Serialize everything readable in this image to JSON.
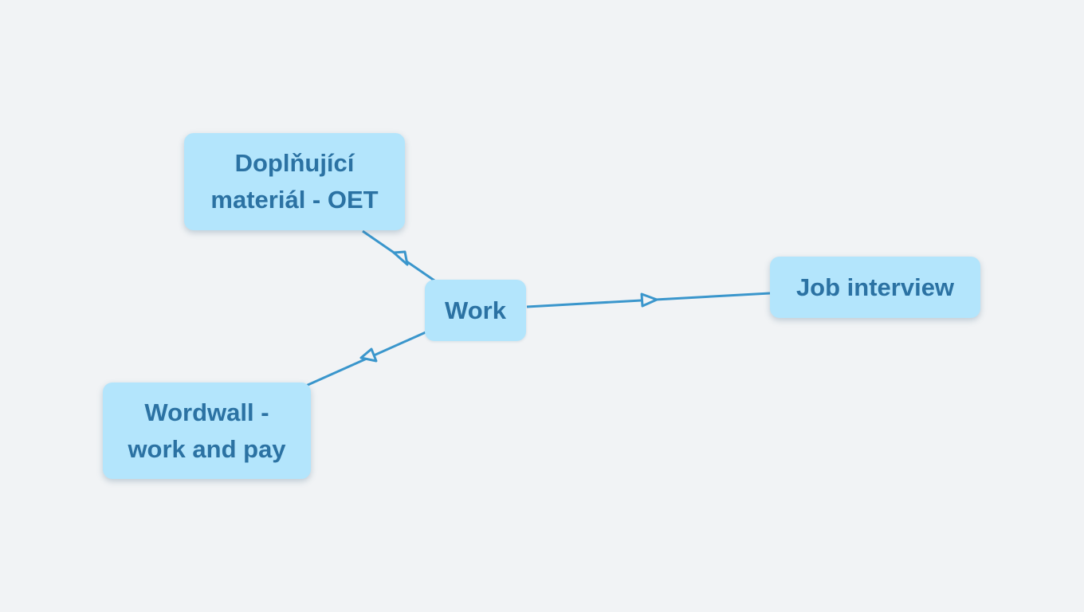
{
  "mindmap": {
    "central": {
      "label": "Work"
    },
    "branches": [
      {
        "id": "doplnek",
        "lines": [
          "Doplňující",
          "materiál - OET"
        ]
      },
      {
        "id": "job",
        "lines": [
          "Job interview"
        ]
      },
      {
        "id": "wordwall",
        "lines": [
          "Wordwall -",
          "work and pay"
        ]
      }
    ]
  },
  "colors": {
    "background": "#f1f3f5",
    "node_fill": "#b3e5fc",
    "node_text": "#2b72a3",
    "connector": "#3a96cc"
  }
}
